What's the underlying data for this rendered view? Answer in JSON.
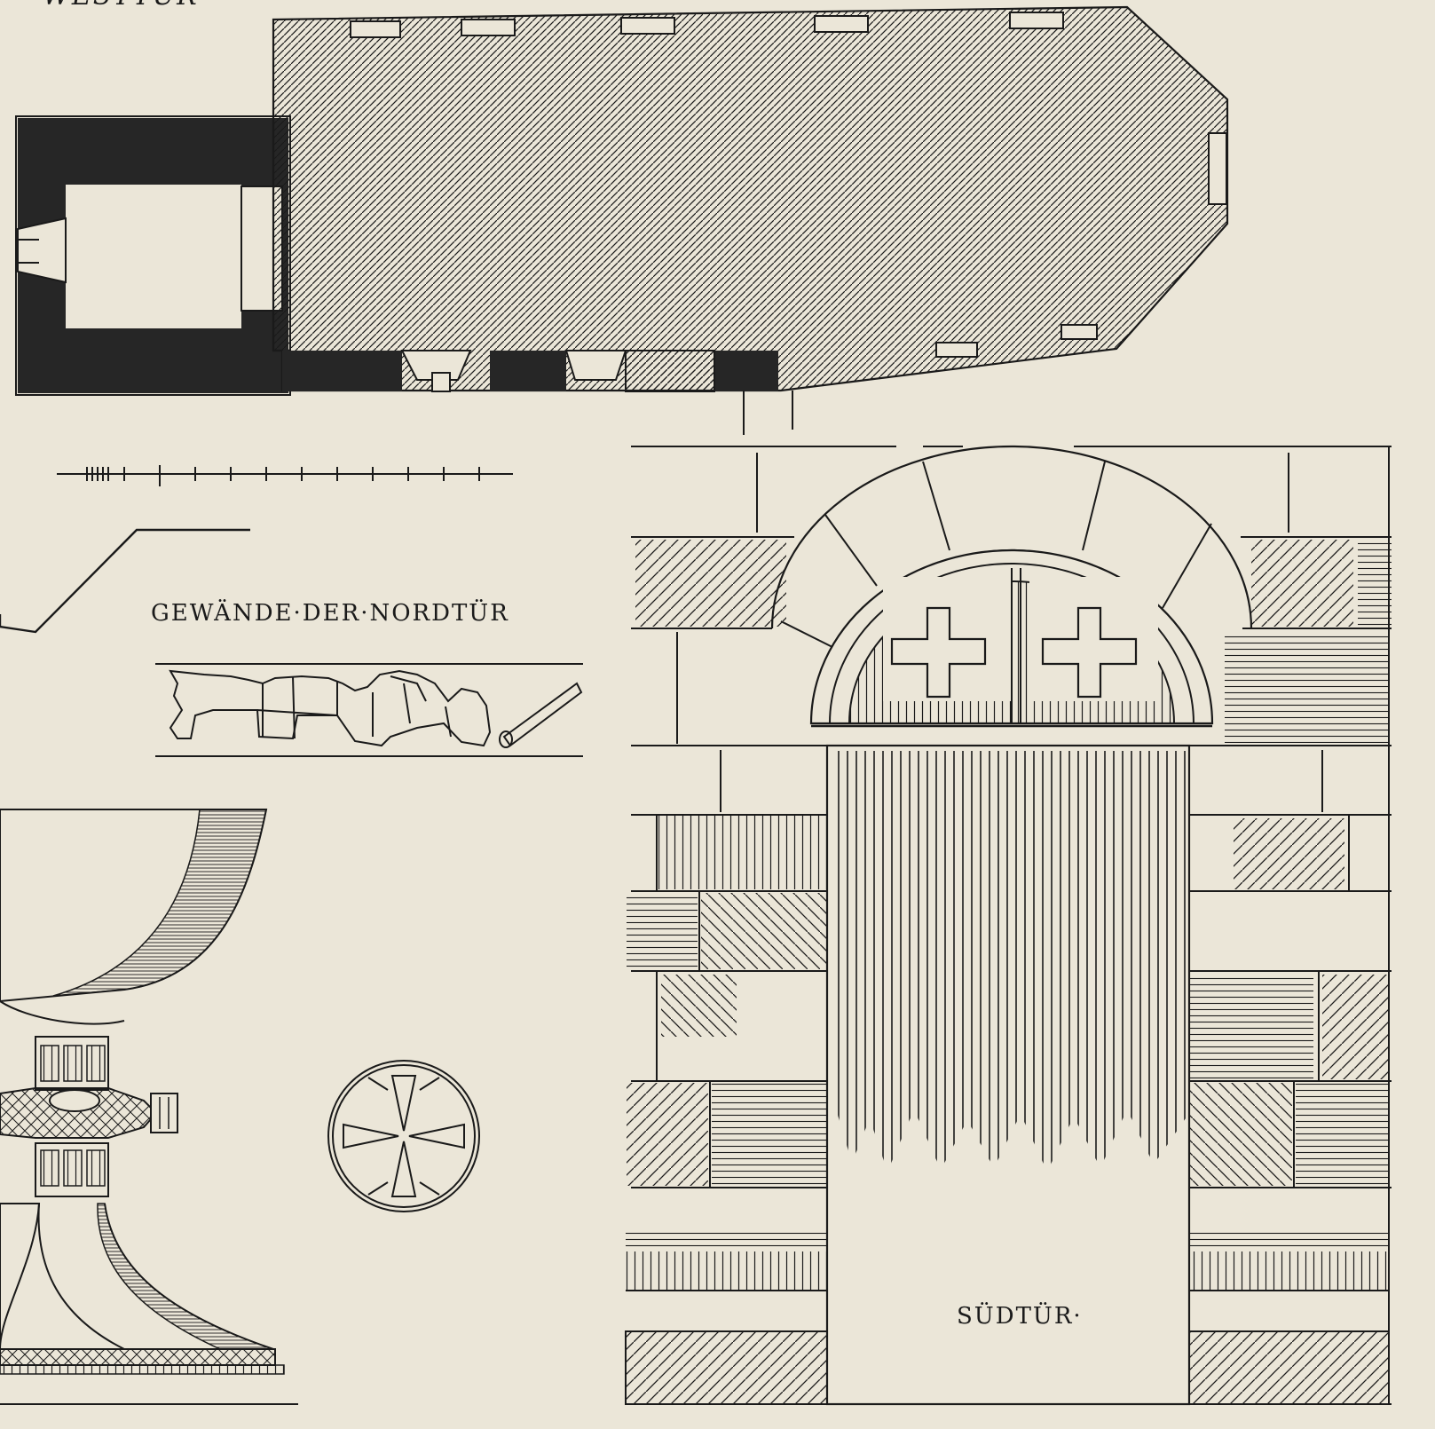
{
  "labels": {
    "west_door": "WESTTÜR·",
    "north_door_jamb": "GEWÄNDE·DER·NORDTÜR",
    "south_door": "SÜDTÜR·"
  },
  "colors": {
    "paper": "#ebe6d8",
    "ink": "#1a1a1a",
    "solid_wall": "#262626"
  },
  "icons": {
    "medallion": "cross-pattee-icon",
    "tympanum_crosses": "greek-cross-icon"
  }
}
